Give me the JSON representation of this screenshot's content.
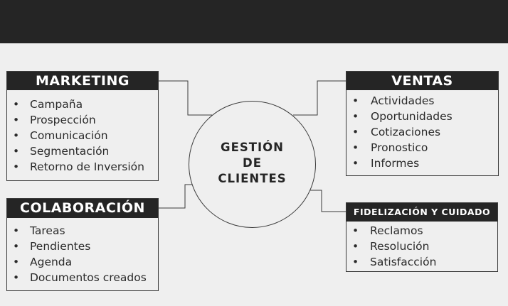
{
  "center": {
    "lines": [
      "GESTIÓN",
      "DE",
      "CLIENTES"
    ]
  },
  "marketing": {
    "title": "MARKETING",
    "items": [
      "Campaña",
      "Prospección",
      "Comunicación",
      "Segmentación",
      "Retorno de Inversión"
    ]
  },
  "colaboracion": {
    "title": "COLABORACIÓN",
    "items": [
      "Tareas",
      "Pendientes",
      "Agenda",
      "Documentos creados"
    ]
  },
  "ventas": {
    "title": "VENTAS",
    "items": [
      "Actividades",
      "Oportunidades",
      "Cotizaciones",
      "Pronostico",
      "Informes"
    ]
  },
  "fidelizacion": {
    "title": "FIDELIZACIÓN Y CUIDADO",
    "items": [
      "Reclamos",
      "Resolución",
      "Satisfacción"
    ]
  }
}
